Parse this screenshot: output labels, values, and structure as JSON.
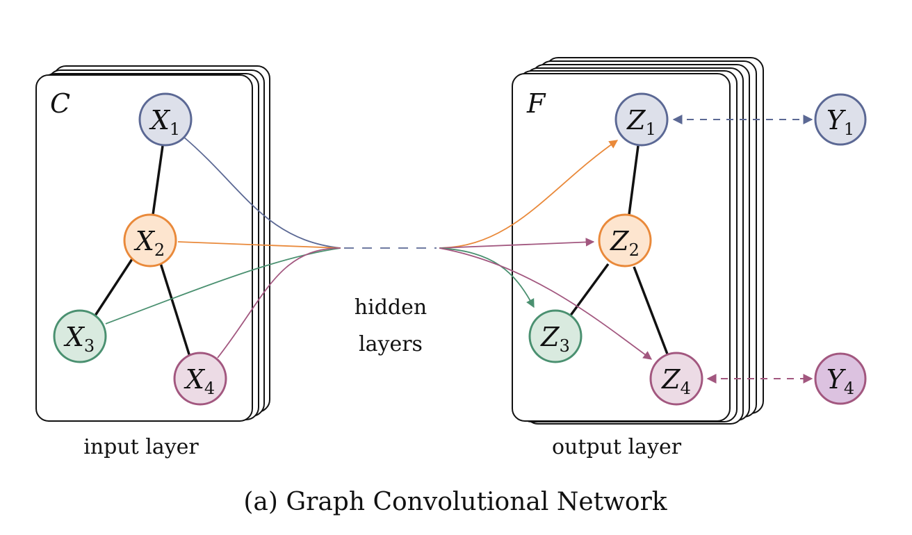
{
  "caption": "(a) Graph Convolutional Network",
  "input_layer": {
    "label": "input layer",
    "corner_label": "C",
    "nodes": [
      {
        "letter": "X",
        "sub": "1",
        "fill": "#dde0ea",
        "stroke": "#5b6894"
      },
      {
        "letter": "X",
        "sub": "2",
        "fill": "#fde5cf",
        "stroke": "#e9893a"
      },
      {
        "letter": "X",
        "sub": "3",
        "fill": "#d9eadf",
        "stroke": "#4a9070"
      },
      {
        "letter": "X",
        "sub": "4",
        "fill": "#ecdbe5",
        "stroke": "#a2577f"
      }
    ]
  },
  "hidden": {
    "line1": "hidden",
    "line2": "layers"
  },
  "output_layer": {
    "label": "output layer",
    "corner_label": "F",
    "nodes": [
      {
        "letter": "Z",
        "sub": "1",
        "fill": "#dde0ea",
        "stroke": "#5b6894"
      },
      {
        "letter": "Z",
        "sub": "2",
        "fill": "#fde5cf",
        "stroke": "#e9893a"
      },
      {
        "letter": "Z",
        "sub": "3",
        "fill": "#d9eadf",
        "stroke": "#4a9070"
      },
      {
        "letter": "Z",
        "sub": "4",
        "fill": "#ecdbe5",
        "stroke": "#a2577f"
      }
    ]
  },
  "labels": [
    {
      "letter": "Y",
      "sub": "1",
      "fill": "#dde0ea",
      "stroke": "#5b6894"
    },
    {
      "letter": "Y",
      "sub": "4",
      "fill": "#dcc2e0",
      "stroke": "#a2577f"
    }
  ],
  "colors": {
    "blue": "#5b6894",
    "orange": "#e9893a",
    "green": "#4a9070",
    "purple": "#a2577f"
  }
}
